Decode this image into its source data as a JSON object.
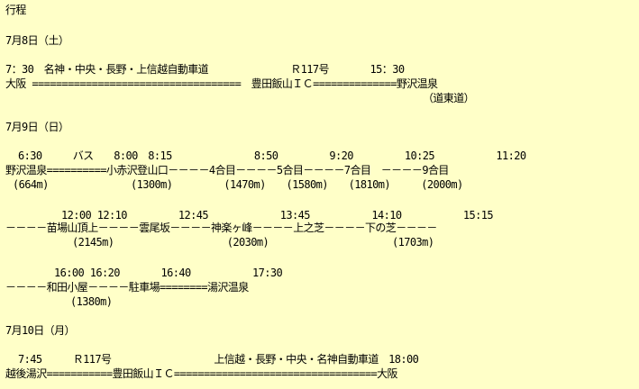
{
  "title": "行程",
  "day1": {
    "date": "7月8日（土）",
    "times": "7：30　名神・中央・長野・上信越自動車道　　　　　　　　Ｒ117号　　　　15：30",
    "route": "大阪 ===================================　豊田飯山ＩＣ==============野沢温泉",
    "note": "（道東道）"
  },
  "day2": {
    "date": "7月9日（日）",
    "row1_times": "6:30　　　バス　　8:00　8:15　　　　　　　　8:50　　　　　9:20　　　　　10:25　　　　　　11:20",
    "row1_route": "野沢温泉==========小赤沢登山口－－－－4合目－－－－5合目－－－－7合目　－－－－9合目",
    "row1_elev": "(664m)　　　　　　　　(1300m)　　　　　(1470m)　　(1580m)　　(1810m)　　　(2000m)",
    "row2_times": "12:00 12:10　　　　　12:45　　　　　　　13:45　　　　　　14:10　　　　　　15:15",
    "row2_route": "－－－－苗場山頂上－－－－雲尾坂－－－－神楽ヶ峰－－－－上之芝－－－－下の芝－－－－",
    "row2_elev": "(2145m)　　　　　　　　　　　(2030m)　　　　　　　　　　　　(1703m)",
    "row3_times": "16:00 16:20　　　　16:40　　　　　　17:30",
    "row3_route": "－－－－和田小屋－－－－駐車場========湯沢温泉",
    "row3_elev": "(1380m)"
  },
  "day3": {
    "date": "7月10日（月）",
    "times": "7:45　　　Ｒ117号　　　　　　　　　　上信越・長野・中央・名神自動車道　18:00",
    "route": "越後湯沢===========豊田飯山ＩＣ==================================大阪"
  }
}
